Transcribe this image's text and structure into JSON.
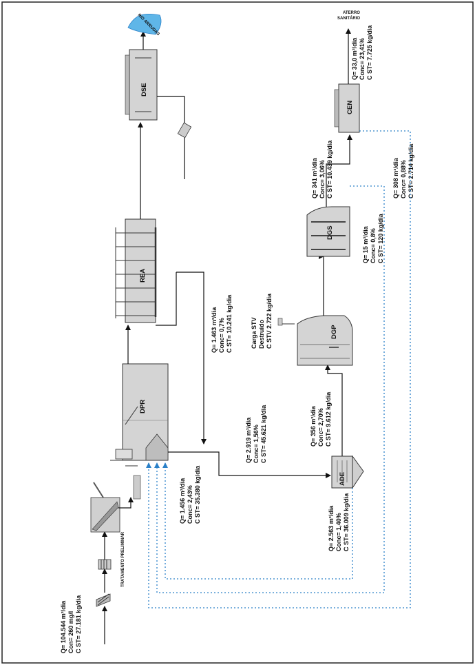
{
  "units": {
    "DPR": "DPR",
    "REA": "REA",
    "DSE": "DSE",
    "ADE": "ADE",
    "DGP": "DGP",
    "DGS": "DGS",
    "CEN": "CEN"
  },
  "labels": {
    "tratamento_preliminar": "TRATAMENTO PRELIMINAR",
    "aterro_1": "ATERRO",
    "aterro_2": "SANITÁRIO",
    "river": "RIO ARRUDAS"
  },
  "flows": {
    "inlet": [
      "Q= 104.544 m³/dia",
      "Con= 260 mg/l",
      "C ST= 27.181 kg/dia"
    ],
    "dpr_sludge": [
      "Q= 1.456 m³/dia",
      "Conc= 2,43%",
      "C ST= 35.380 kg/dia"
    ],
    "rea_excess": [
      "Q= 1.463 m³/dia",
      "Conc= 0,7%",
      "C ST= 10.241 kg/dia"
    ],
    "ade_in": [
      "Q= 2.919 m³/dia",
      "Conc= 1,56%",
      "C ST= 45.621 kg/dia"
    ],
    "ade_out": [
      "Q= 356 m³/dia",
      "Conc= 2,70%",
      "C ST= 9.612 kg/dia"
    ],
    "ade_return": [
      "Q= 2.563 m³/dia",
      "Conc= 1,40%",
      "C ST= 36.009 kg/dia"
    ],
    "carga_stv": [
      "Carga STV",
      "Destruido",
      "C STV 2.722 kg/dia"
    ],
    "dgs_return": [
      "Q= 15 m³/dia",
      "Conc= 0,8%",
      "C ST= 120 kg/dia"
    ],
    "dgs_out": [
      "Q= 341 m³/dia",
      "Conc= 3,06%",
      "C ST= 10.439 kg/dia"
    ],
    "cen_return": [
      "Q= 308 m³/dia",
      "Conc= 0,88%",
      "C ST= 2.714 kg/dia"
    ],
    "cen_out": [
      "Q= 33,0 m³/dia",
      "Conc= 23,41%",
      "C ST= 7.725 kg/dia"
    ]
  },
  "colors": {
    "line": "#111111",
    "recycle": "#2a80c8",
    "unit_fill": "#d4d4d4",
    "river": "#5fb6e8"
  }
}
